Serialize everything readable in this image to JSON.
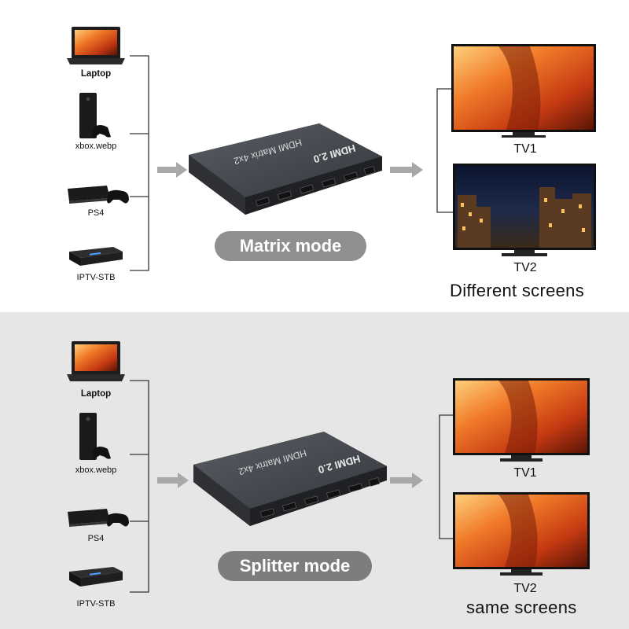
{
  "panels": [
    {
      "mode_label": "Matrix mode",
      "caption": "Different screens",
      "sources": [
        {
          "label": "Laptop",
          "icon": "laptop-icon"
        },
        {
          "label": "xbox.webp",
          "icon": "xbox-console-icon"
        },
        {
          "label": "PS4",
          "icon": "ps4-console-icon"
        },
        {
          "label": "IPTV-STB",
          "icon": "set-top-box-icon"
        }
      ],
      "device": {
        "title": "HDMI Matrix 4x2",
        "badge": "HDMI 2.0"
      },
      "outputs": [
        {
          "label": "TV1",
          "screen": "canyon"
        },
        {
          "label": "TV2",
          "screen": "city-night"
        }
      ]
    },
    {
      "mode_label": "Splitter mode",
      "caption": "same screens",
      "sources": [
        {
          "label": "Laptop",
          "icon": "laptop-icon"
        },
        {
          "label": "xbox.webp",
          "icon": "xbox-console-icon"
        },
        {
          "label": "PS4",
          "icon": "ps4-console-icon"
        },
        {
          "label": "IPTV-STB",
          "icon": "set-top-box-icon"
        }
      ],
      "device": {
        "title": "HDMI Matrix 4x2",
        "badge": "HDMI 2.0"
      },
      "outputs": [
        {
          "label": "TV1",
          "screen": "canyon"
        },
        {
          "label": "TV2",
          "screen": "canyon"
        }
      ]
    }
  ],
  "colors": {
    "arrow": "#a8a8a8",
    "pill_top": "#8f8f8f",
    "pill_bottom": "#7d7d7d",
    "canyon_orange": "#e8601c",
    "device_body": "#3c3f44"
  }
}
